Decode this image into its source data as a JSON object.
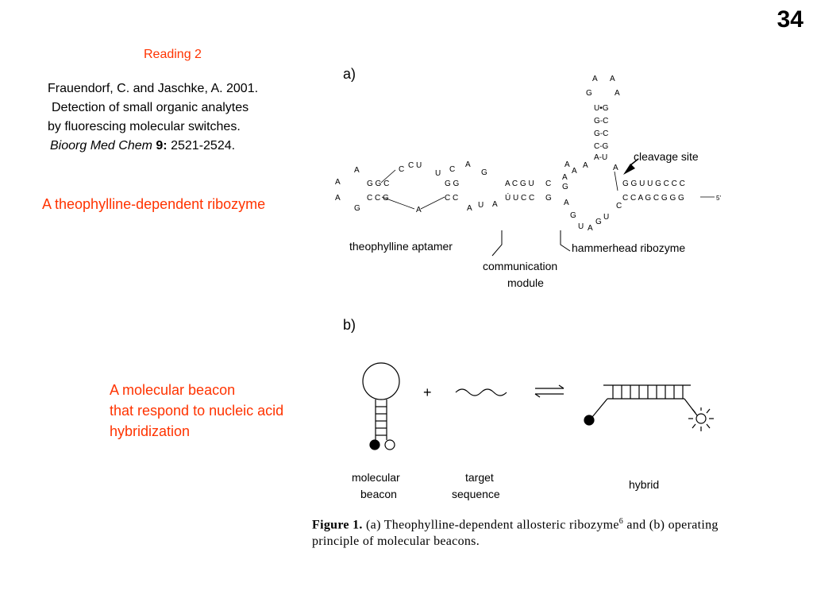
{
  "slide_number": "34",
  "reading_label": "Reading 2",
  "citation": {
    "line1": "Frauendorf, C. and Jaschke, A. 2001.",
    "line2": "Detection of small organic analytes",
    "line3": "by fluorescing molecular switches.",
    "journal": "Bioorg Med Chem",
    "volume": "9:",
    "pages": "2521-2524."
  },
  "captions": {
    "theophylline": "A theophylline-dependent ribozyme",
    "beacon_line1": "A molecular beacon",
    "beacon_line2": "that respond to nucleic acid",
    "beacon_line3": "hybridization"
  },
  "figure": {
    "panel_a": "a)",
    "panel_b": "b)",
    "cleavage_site": "cleavage site",
    "theophylline_aptamer": "theophylline aptamer",
    "communication_module_line1": "communication",
    "communication_module_line2": "module",
    "hammerhead_ribozyme": "hammerhead ribozyme",
    "five_prime": "5'",
    "plus": "+",
    "molecular_beacon_line1": "molecular",
    "molecular_beacon_line2": "beacon",
    "target_sequence_line1": "target",
    "target_sequence_line2": "sequence",
    "hybrid": "hybrid",
    "caption_bold": "Figure 1.",
    "caption_text": "(a) Theophylline-dependent allosteric ribozyme",
    "caption_superscript": "6",
    "caption_text2": "and (b) operating principle of molecular beacons."
  },
  "colors": {
    "accent_red": "#ff3300",
    "text": "#000000",
    "background": "#ffffff"
  }
}
